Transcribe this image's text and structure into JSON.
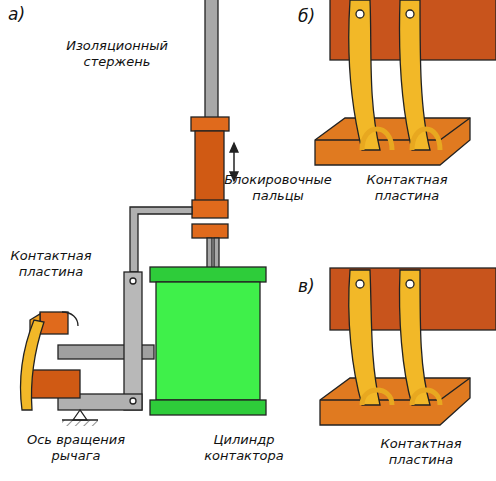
{
  "diagram": {
    "labels": [
      "а)",
      "Изоляционный стержень",
      "б)",
      "Блокировочные пальцы",
      "Контактная пластина",
      "Контактная пластина",
      "в)",
      "Ось вращения рычага",
      "Цилиндр контактора",
      "Контактная пластина"
    ]
  }
}
